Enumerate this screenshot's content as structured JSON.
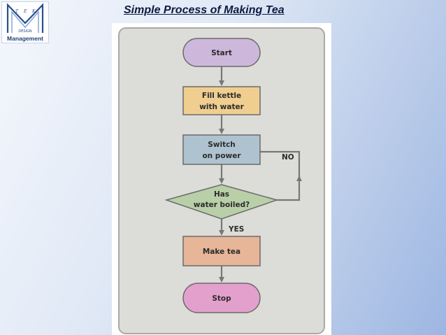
{
  "slide": {
    "title": "Simple Process of Making Tea"
  },
  "logo": {
    "letters": [
      "T",
      "E",
      "K"
    ],
    "caption": "Management",
    "sub": "DESIGN"
  },
  "flowchart": {
    "nodes": {
      "start": {
        "lines": [
          "Start"
        ],
        "shape": "terminator",
        "color": "#cdb8dc"
      },
      "fill": {
        "lines": [
          "Fill kettle",
          "with water"
        ],
        "shape": "process",
        "color": "#efce8f"
      },
      "switch": {
        "lines": [
          "Switch",
          "on power"
        ],
        "shape": "process",
        "color": "#aec3cf"
      },
      "boiled": {
        "lines": [
          "Has",
          "water boiled?"
        ],
        "shape": "decision",
        "color": "#b9cfa8"
      },
      "tea": {
        "lines": [
          "Make tea"
        ],
        "shape": "process",
        "color": "#e7b598"
      },
      "stop": {
        "lines": [
          "Stop"
        ],
        "shape": "terminator",
        "color": "#e3a0cd"
      }
    },
    "edges": {
      "no_label": "NO",
      "yes_label": "YES"
    },
    "colors": {
      "panel": "#dcdcd8",
      "stroke": "#6b6b6b",
      "arrow": "#777777"
    }
  }
}
